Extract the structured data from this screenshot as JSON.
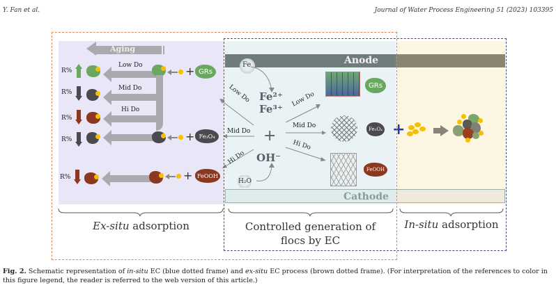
{
  "header": {
    "authors": "Y. Fan et al.",
    "journal": "Journal of Water Process Engineering 51 (2023) 103395"
  },
  "figure": {
    "left_panel": {
      "aging_label": "Aging",
      "rows": [
        {
          "r_label": "R%",
          "trend": "up",
          "trend_color": "#6aa862",
          "floc": "green",
          "do_label": "Low Do"
        },
        {
          "r_label": "R%",
          "trend": "down",
          "trend_color": "#4b4b4f",
          "floc": "dark",
          "do_label": "Mid Do"
        },
        {
          "r_label": "R%",
          "trend": "down",
          "trend_color": "#8c3820",
          "floc": "red",
          "do_label": "Hi Do"
        },
        {
          "r_label": "R%",
          "trend": "down",
          "trend_color": "#4b4b4f",
          "floc": "dark"
        },
        {
          "r_label": "R%",
          "trend": "down",
          "trend_color": "#8c3820",
          "floc": "red"
        }
      ],
      "sources": [
        {
          "name": "GRs",
          "plus": "+"
        },
        {
          "name": "Fe3O4",
          "display": "Fe₃O₄",
          "plus": "+"
        },
        {
          "name": "FeOOH",
          "plus": "+"
        }
      ],
      "caption_italic": "Ex-situ",
      "caption_rest": " adsorption"
    },
    "middle_panel": {
      "anode_label": "Anode",
      "cathode_label": "Cathode",
      "fe_label": "Fe",
      "fe2": "Fe²⁺",
      "fe3": "Fe³⁺",
      "plus": "+",
      "oh": "OH⁻",
      "h2o": "H₂O",
      "left_arrows": [
        "Low Do",
        "Mid Do",
        "Hi Do"
      ],
      "right_arrows": [
        "Low Do",
        "Mid Do",
        "Hi Do"
      ],
      "products": [
        "GRs",
        "Fe₃O₄",
        "FeOOH"
      ],
      "caption_line1": "Controlled generation of",
      "caption_line2": "flocs by EC"
    },
    "right_panel": {
      "plus": "+",
      "caption_italic": "In-situ",
      "caption_rest": " adsorption"
    },
    "colors": {
      "ex_situ_frame": "#e08a5a",
      "in_situ_frame": "#3a4a8c",
      "green_floc": "#6aa862",
      "dark_floc": "#4b4b4f",
      "red_floc": "#8c3820",
      "pollutant": "#f5c000"
    }
  },
  "caption": {
    "label": "Fig. 2.",
    "text_1": " Schematic representation of ",
    "italic_1": "in-situ",
    "text_2": " EC (blue dotted frame) and ",
    "italic_2": "ex-situ",
    "text_3": " EC process (brown dotted frame). (For interpretation of the references to color in this figure legend, the reader is referred to the web version of this article.)"
  }
}
